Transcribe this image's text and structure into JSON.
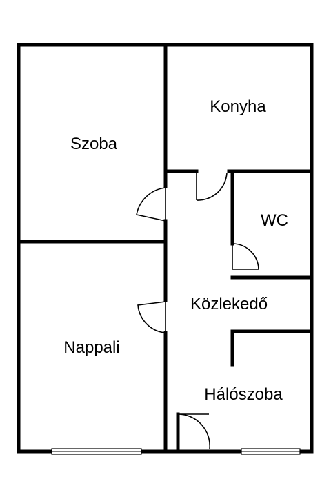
{
  "floorplan": {
    "rooms": {
      "szoba": "Szoba",
      "konyha": "Konyha",
      "wc": "WC",
      "nappali": "Nappali",
      "kozlekedo": "Közlekedő",
      "haloszoba": "Hálószoba"
    },
    "colors": {
      "wall": "#000000",
      "background": "#ffffff"
    }
  }
}
